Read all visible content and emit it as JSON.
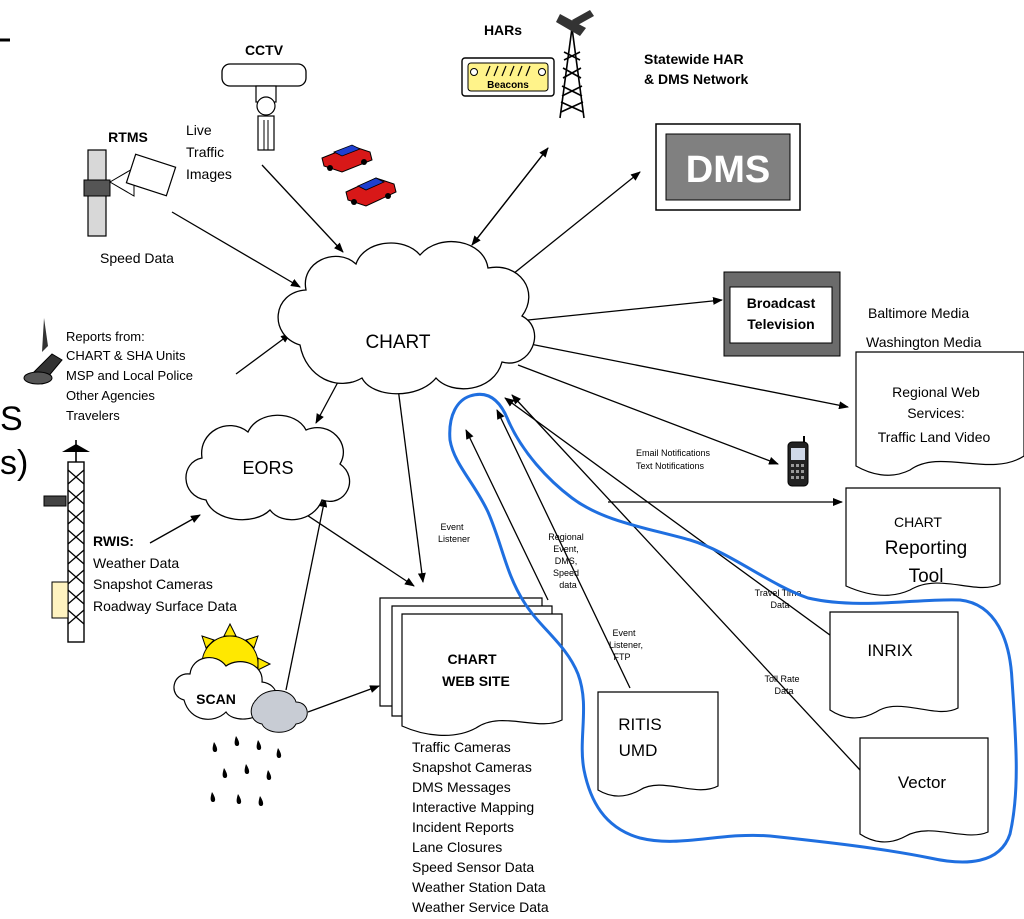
{
  "nodes": {
    "chart": "CHART",
    "eors": "EORS",
    "cctv": "CCTV",
    "live_traffic_images": [
      "Live",
      "Traffic",
      "Images"
    ],
    "rtms": "RTMS",
    "speed_data": "Speed Data",
    "hars": "HARs",
    "beacons": "Beacons",
    "statewide": [
      "Statewide HAR",
      "& DMS Network"
    ],
    "dms": "DMS",
    "broadcast": [
      "Broadcast",
      "Television"
    ],
    "media": [
      "Baltimore Media",
      "Washington Media"
    ],
    "regional_web": [
      "Regional Web",
      "Services:",
      "Traffic Land Video"
    ],
    "notifications": [
      "Email Notifications",
      "Text Notifications"
    ],
    "reporting_tool": [
      "CHART",
      "Reporting",
      "Tool"
    ],
    "inrix": "INRIX",
    "vector": "Vector",
    "ritis": [
      "RITIS",
      "UMD"
    ],
    "website": [
      "CHART",
      "WEB SITE"
    ],
    "website_items": [
      "Traffic Cameras",
      "Snapshot Cameras",
      "DMS Messages",
      "Interactive Mapping",
      "Incident Reports",
      "Lane Closures",
      "Speed Sensor Data",
      "Weather Station Data",
      "Weather Service Data"
    ],
    "reports": [
      "Reports from:",
      "CHART & SHA Units",
      "MSP and Local Police",
      "Other Agencies",
      "Travelers"
    ],
    "rwis_title": "RWIS:",
    "rwis_items": [
      "Weather Data",
      "Snapshot Cameras",
      "Roadway Surface Data"
    ],
    "scan": "SCAN",
    "left_edge": [
      "S",
      "s)"
    ]
  },
  "edge_labels": {
    "event_listener": [
      "Event",
      "Listener"
    ],
    "regional_event": [
      "Regional",
      "Event,",
      "DMS,",
      "Speed",
      "data"
    ],
    "event_listener_ftp": [
      "Event",
      "Listener,",
      "FTP"
    ],
    "travel_time": [
      "Travel Time",
      "Data"
    ],
    "toll_rate": [
      "Toll Rate",
      "Data"
    ]
  },
  "colors": {
    "highlight": "#1f6fe0",
    "dms_box": "#808080",
    "broadcast_box": "#6b6b6b",
    "beacon_yellow": "#fff38a",
    "sun": "#ffe800",
    "car_red": "#d81818",
    "car_blue": "#1f3fd0"
  }
}
